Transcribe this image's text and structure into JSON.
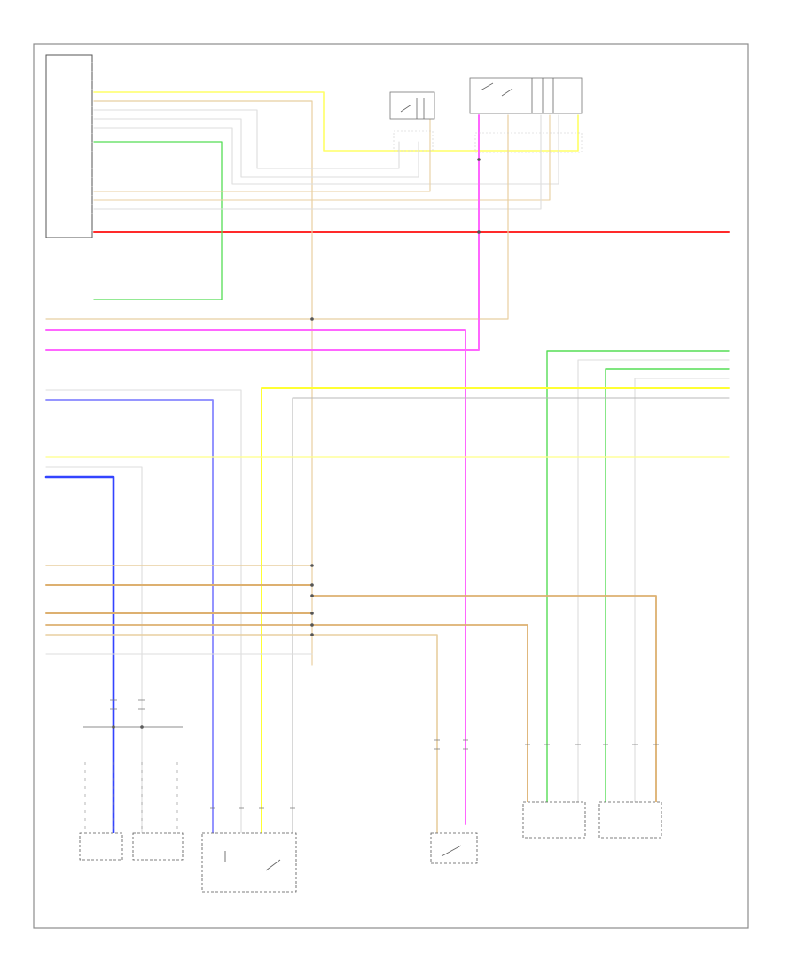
{
  "page_id": "",
  "colors": {
    "red": "#ff2a2a",
    "yellow": "#ffff33",
    "pink": "#ff55ff",
    "blue": "#3344ff",
    "green": "#33dd33",
    "tan": "#ddb070",
    "gray": "#b0b0b0",
    "light": "#d8d8d8"
  },
  "components": [
    {
      "id": "left_module",
      "label": ""
    },
    {
      "id": "top_switch_a",
      "label": ""
    },
    {
      "id": "top_switch_b",
      "label": ""
    },
    {
      "id": "bottom_sensor_1",
      "label": ""
    },
    {
      "id": "bottom_sensor_2",
      "label": ""
    },
    {
      "id": "bottom_module_center",
      "label": ""
    },
    {
      "id": "bottom_switch_mid",
      "label": ""
    },
    {
      "id": "bottom_sensor_3",
      "label": ""
    },
    {
      "id": "bottom_sensor_4",
      "label": ""
    }
  ],
  "wire_labels": []
}
